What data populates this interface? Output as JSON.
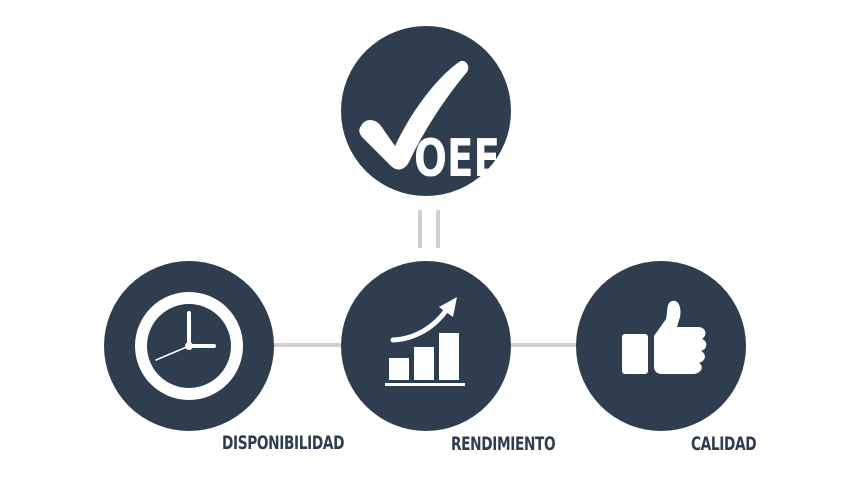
{
  "diagram": {
    "top": {
      "text": "OEE",
      "icon": "checkmark-icon"
    },
    "nodes": [
      {
        "label": "DISPONIBILIDAD",
        "icon": "clock-icon"
      },
      {
        "label": "RENDIMIENTO",
        "icon": "growth-chart-icon"
      },
      {
        "label": "CALIDAD",
        "icon": "thumbs-up-icon"
      }
    ],
    "colors": {
      "circle": "#2e3e4e",
      "icon": "#ffffff",
      "connector": "#cfcfcf",
      "label": "#2e3e4e"
    }
  }
}
